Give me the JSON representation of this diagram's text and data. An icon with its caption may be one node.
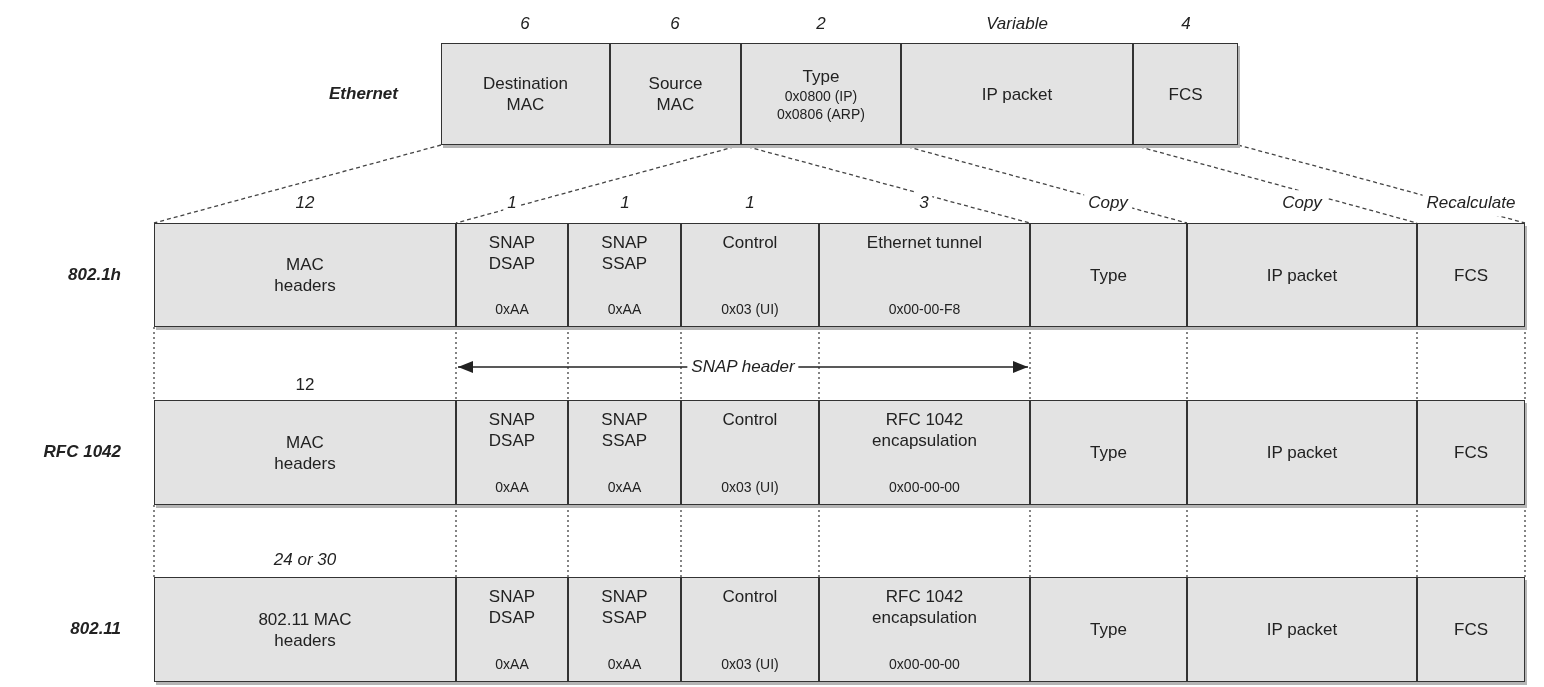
{
  "diagram": {
    "nodes": [
      {
        "text": [
          "Destination MAC"
        ]
      },
      {
        "text": [
          "Source MAC"
        ]
      },
      {
        "text": [
          "Type",
          "0x0800 (IP) 0x0806 (ARP)"
        ]
      },
      {
        "text": [
          "IP packet"
        ]
      },
      {
        "text": [
          "FCS"
        ]
      },
      {
        "text": [
          "MAC headers"
        ]
      },
      {
        "text": [
          "SNAP DSAP",
          "0xAA"
        ]
      },
      {
        "text": [
          "SNAP SSAP",
          "0xAA"
        ]
      },
      {
        "text": [
          "Control",
          "0x03 (UI)"
        ]
      },
      {
        "text": [
          "Ethernet tunnel",
          "0x00-00-F8"
        ]
      },
      {
        "text": [
          "Type"
        ]
      },
      {
        "text": [
          "IP packet"
        ]
      },
      {
        "text": [
          "FCS"
        ]
      },
      {
        "text": [
          "MAC headers"
        ]
      },
      {
        "text": [
          "SNAP DSAP",
          "0xAA"
        ]
      },
      {
        "text": [
          "SNAP SSAP",
          "0xAA"
        ]
      },
      {
        "text": [
          "Control",
          "0x03 (UI)"
        ]
      },
      {
        "text": [
          "RFC 1042 encapsulation",
          "0x00-00-00"
        ]
      },
      {
        "text": [
          "Type"
        ]
      },
      {
        "text": [
          "IP packet"
        ]
      },
      {
        "text": [
          "FCS"
        ]
      },
      {
        "text": [
          "802.11 MAC headers"
        ]
      },
      {
        "text": [
          "SNAP DSAP",
          "0xAA"
        ]
      },
      {
        "text": [
          "SNAP SSAP",
          "0xAA"
        ]
      },
      {
        "text": [
          "Control",
          "0x03 (UI)"
        ]
      },
      {
        "text": [
          "RFC 1042 encapsulation",
          "0x00-00-00"
        ]
      },
      {
        "text": [
          "Type"
        ]
      },
      {
        "text": [
          "IP packet"
        ]
      },
      {
        "text": [
          "FCS"
        ]
      }
    ],
    "edges": [
      {
        "from": 0,
        "to": 5,
        "arrow": "none",
        "style": "dashed"
      },
      {
        "from": 2,
        "to": 6,
        "arrow": "none",
        "style": "dashed"
      },
      {
        "from": 2,
        "to": 9,
        "arrow": "none",
        "style": "dashed"
      },
      {
        "from": 2,
        "to": 10,
        "arrow": "none",
        "style": "dashed",
        "label": "Copy"
      },
      {
        "from": 3,
        "to": 11,
        "arrow": "none",
        "style": "dashed",
        "label": "Copy"
      },
      {
        "from": 4,
        "to": 12,
        "arrow": "none",
        "style": "dashed",
        "label": "Recalculate"
      }
    ],
    "labels": [
      "6",
      "6",
      "2",
      "Variable",
      "4",
      "Ethernet",
      "12",
      "1",
      "1",
      "1",
      "3",
      "802.1h",
      "SNAP header",
      "12",
      "RFC 1042",
      "24 or 30",
      "802.11"
    ]
  }
}
